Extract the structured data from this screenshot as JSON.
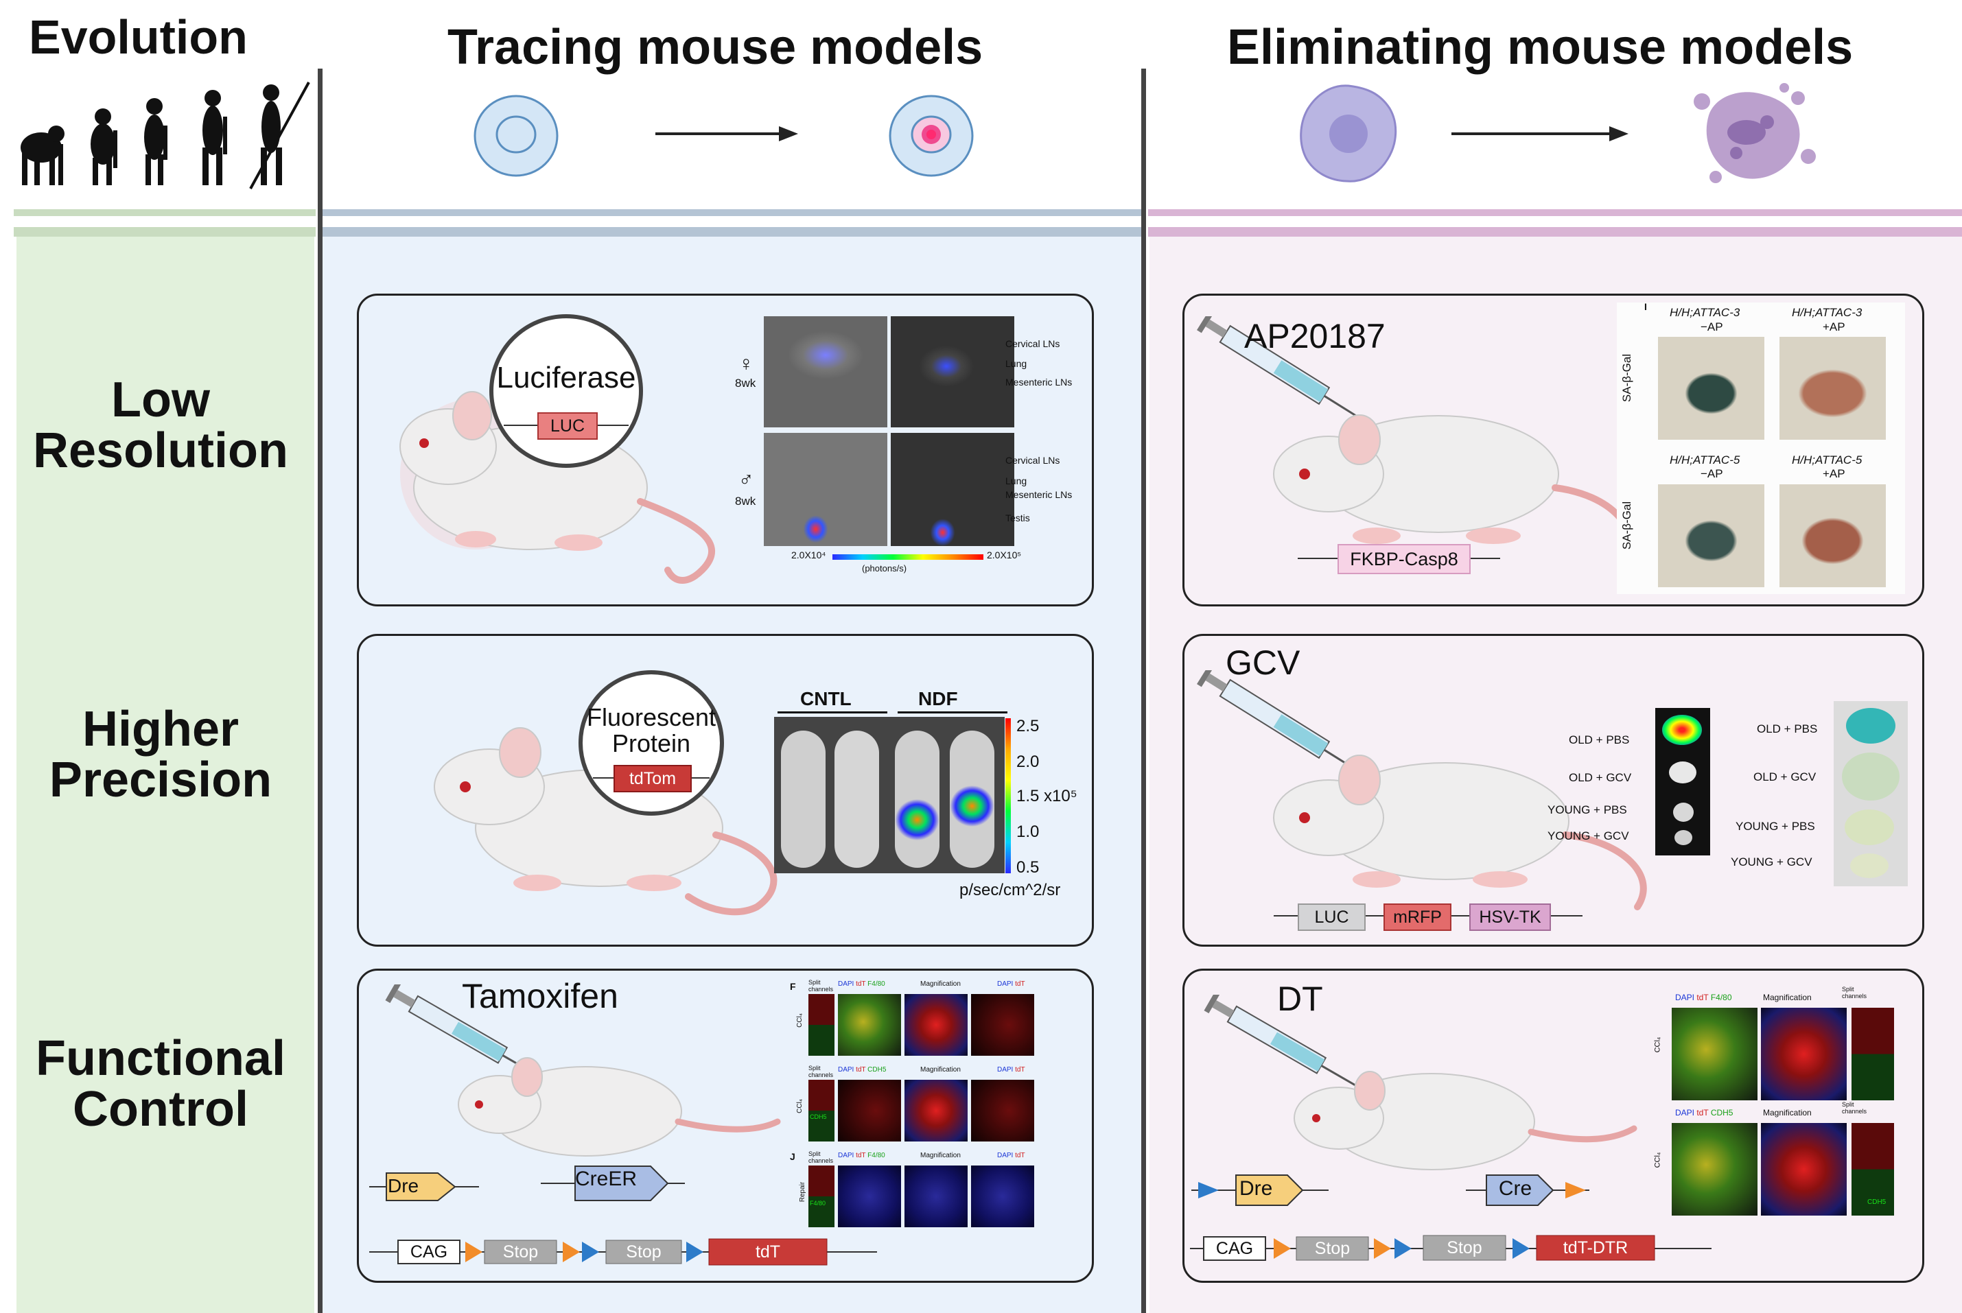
{
  "headers": {
    "evolution": "Evolution",
    "tracing": "Tracing mouse models",
    "eliminating": "Eliminating mouse models"
  },
  "rows": {
    "low": [
      "Low",
      "Resolution"
    ],
    "higher": [
      "Higher",
      "Precision"
    ],
    "functional": [
      "Functional",
      "Control"
    ]
  },
  "panel_luciferase": {
    "lens_title": "Luciferase",
    "gene": "LUC",
    "female_age": "8wk",
    "male_age": "8wk",
    "female_symbol": "♀",
    "male_symbol": "♂",
    "labels_top": [
      "Cervical LNs",
      "Lung",
      "Mesenteric LNs"
    ],
    "labels_bottom": [
      "Cervical LNs",
      "Lung",
      "Mesenteric LNs",
      "Testis"
    ],
    "scale_min": "2.0X10⁴",
    "scale_max": "2.0X10⁵",
    "scale_unit": "(photons/s)"
  },
  "panel_fluorescent": {
    "lens_title_1": "Fluorescent",
    "lens_title_2": "Protein",
    "gene": "tdTom",
    "group1": "CNTL",
    "group2": "NDF",
    "scale_ticks": [
      "2.5",
      "2.0",
      "1.5 x10⁵",
      "1.0",
      "0.5"
    ],
    "scale_unit": "p/sec/cm^2/sr"
  },
  "panel_tamoxifen": {
    "drug": "Tamoxifen",
    "dre": "Dre",
    "creer": "CreER",
    "construct": [
      "CAG",
      "Stop",
      "Stop",
      "tdT"
    ],
    "fig_labels": {
      "f": "F",
      "j": "J"
    },
    "split": "Split channels",
    "mag": "Magnification",
    "row_labels": [
      "CCl₄",
      "CCl₄",
      "Repair"
    ],
    "stains": [
      [
        "DAPI",
        "tdT",
        "F4/80"
      ],
      [
        "DAPI",
        "tdT",
        "CDH5"
      ],
      [
        "DAPI",
        "tdT",
        "F4/80"
      ]
    ],
    "right_stain": [
      "DAPI",
      "tdT"
    ],
    "inset_labels": [
      "CDH5",
      "F4/80"
    ]
  },
  "panel_ap20187": {
    "drug": "AP20187",
    "gene": "FKBP-Casp8",
    "fig_label": "I",
    "col1_top": [
      "H/H;ATTAC-3",
      "−AP"
    ],
    "col2_top": [
      "H/H;ATTAC-3",
      "+AP"
    ],
    "col1_bottom": [
      "H/H;ATTAC-5",
      "−AP"
    ],
    "col2_bottom": [
      "H/H;ATTAC-5",
      "+AP"
    ],
    "row_label": "SA-β-Gal"
  },
  "panel_gcv": {
    "drug": "GCV",
    "genes": [
      "LUC",
      "mRFP",
      "HSV-TK"
    ],
    "groups": [
      "OLD + PBS",
      "OLD + GCV",
      "YOUNG + PBS",
      "YOUNG + GCV"
    ]
  },
  "panel_dt": {
    "drug": "DT",
    "dre": "Dre",
    "cre": "Cre",
    "construct": [
      "CAG",
      "Stop",
      "Stop",
      "tdT-DTR"
    ],
    "mag": "Magnification",
    "split": "Split channels",
    "row_labels": [
      "CCl₄",
      "CCl₄"
    ],
    "stains": [
      [
        "DAPI",
        "tdT",
        "F4/80"
      ],
      [
        "DAPI",
        "tdT",
        "CDH5"
      ]
    ],
    "inset_label": "CDH5"
  },
  "colors": {
    "evolution_bg": "#e2f1dc",
    "tracing_bg": "#eaf2fb",
    "elim_bg": "#f7f0f6",
    "tracing_bar": "#b4c4d4",
    "elim_bar": "#d9b4d4",
    "evo_bar": "#c9dcc0",
    "gene_red": "#c83a37",
    "gene_pink": "#f7d3e6",
    "gene_yellow": "#f6cf7c",
    "gene_blue": "#a9bde4",
    "arrow_orange": "#f28c2a",
    "arrow_blue": "#2d7bc9",
    "stop_grey": "#a9a9a9"
  }
}
